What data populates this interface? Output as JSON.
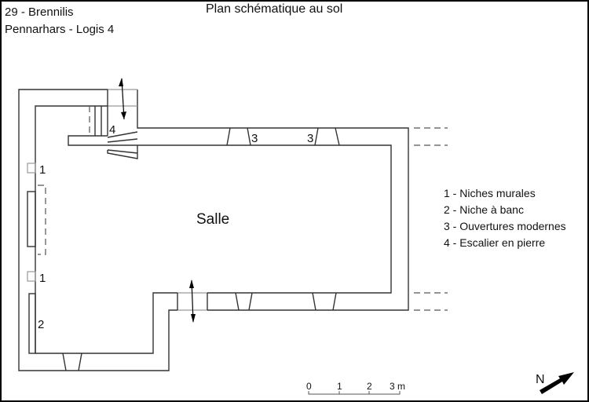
{
  "header": {
    "site": "29 - Brennilis",
    "building": "Pennarhars - Logis 4",
    "title": "Plan schématique au sol"
  },
  "plan": {
    "room_label": "Salle",
    "markers": {
      "niche_top": "1",
      "niche_bottom": "1",
      "niche_bench": "2",
      "opening_a": "3",
      "opening_b": "3",
      "stair": "4"
    }
  },
  "legend": {
    "items": [
      {
        "label": "1 - Niches murales"
      },
      {
        "label": "2 - Niche à banc"
      },
      {
        "label": "3 - Ouvertures modernes"
      },
      {
        "label": "4 - Escalier en pierre"
      }
    ]
  },
  "scale_bar": {
    "ticks": [
      "0",
      "1",
      "2",
      "3"
    ],
    "unit": "m"
  },
  "north_arrow": {
    "label": "N"
  }
}
